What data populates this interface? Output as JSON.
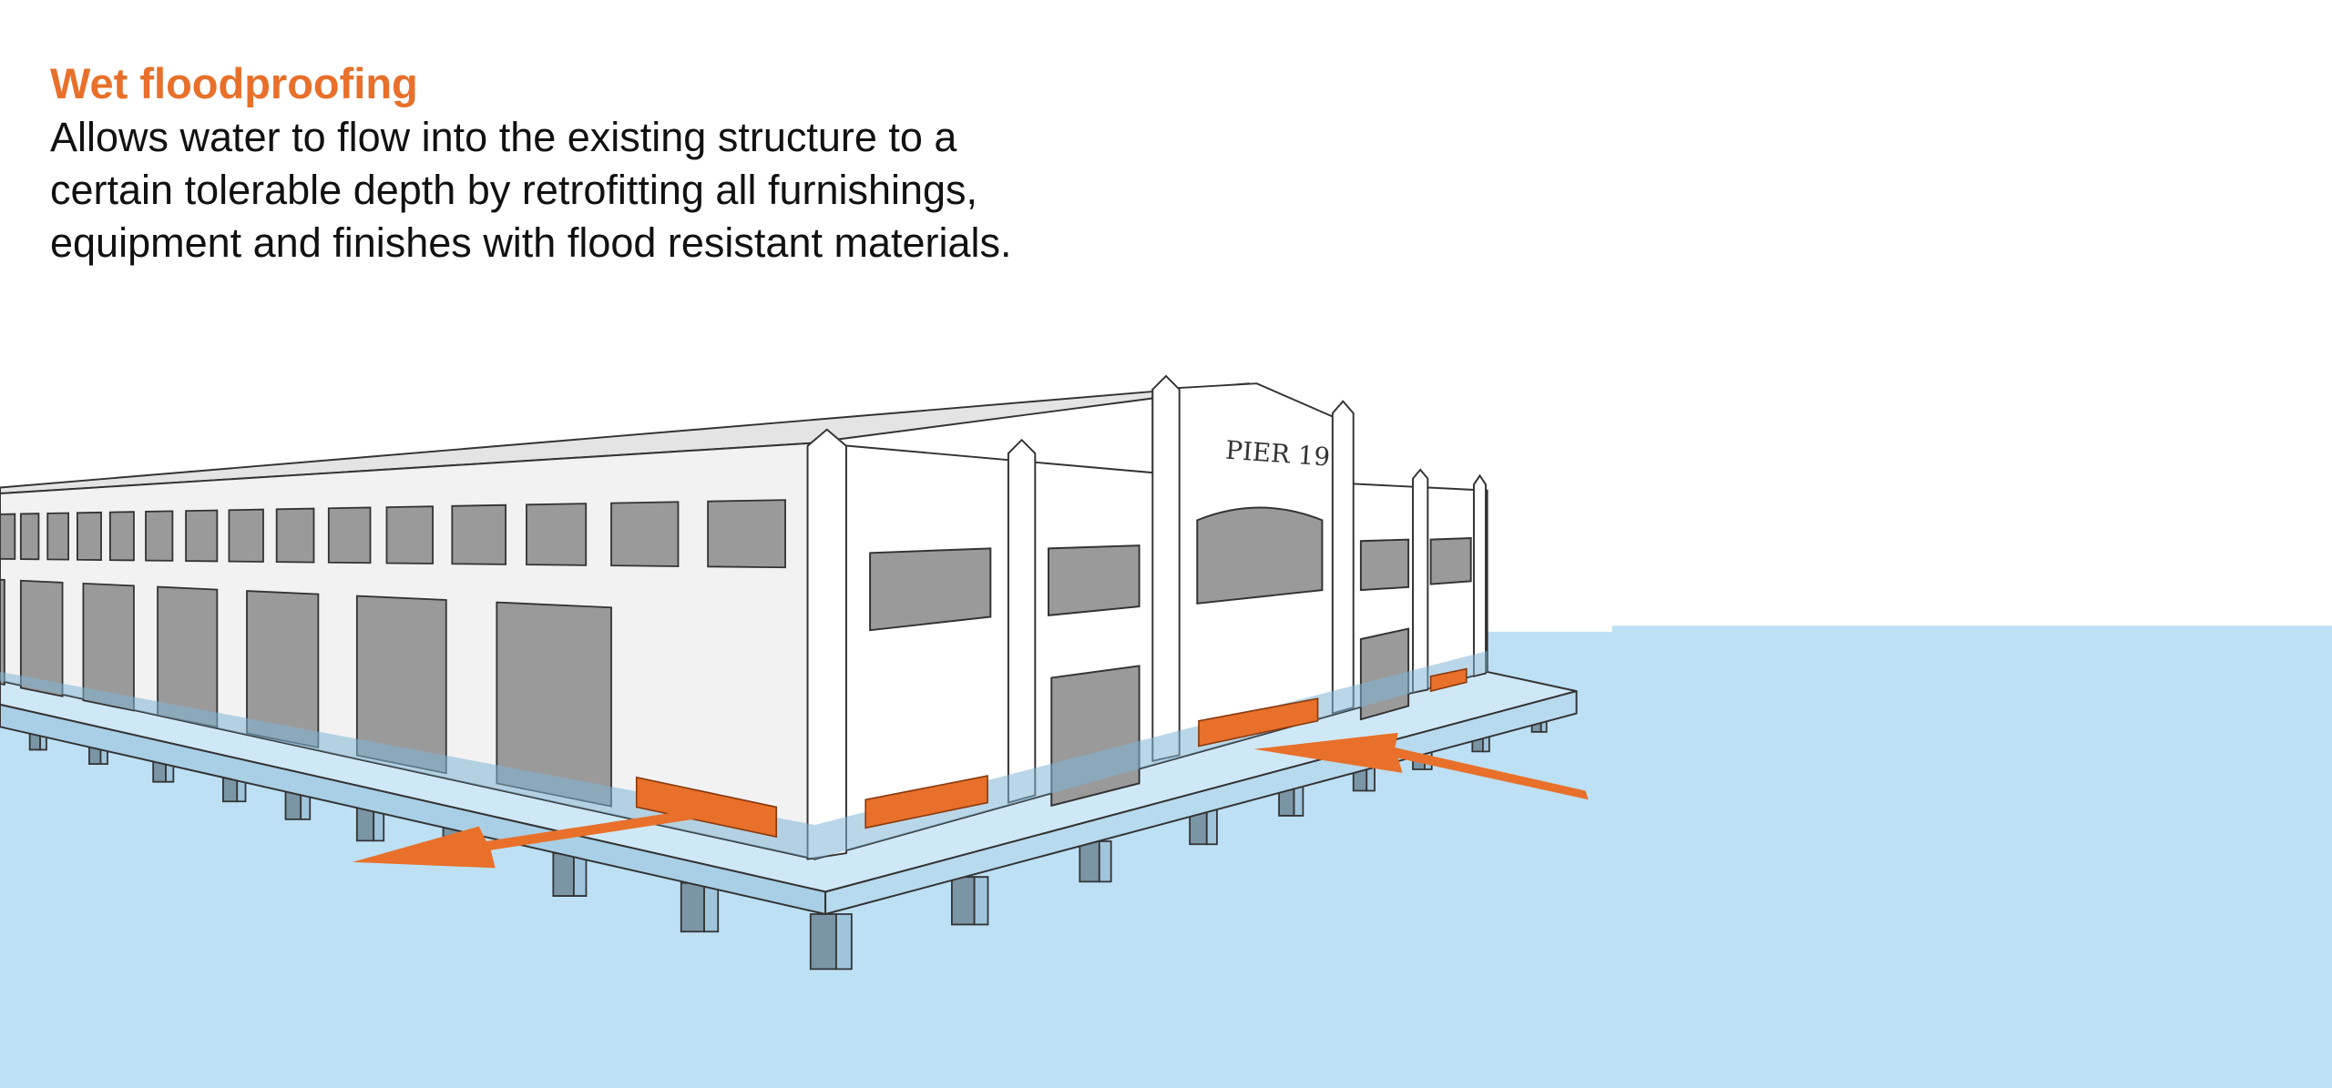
{
  "caption": {
    "title": "Wet floodproofing",
    "lines": [
      "Allows water to flow into the existing structure to a",
      "certain tolerable depth by retrofitting all furnishings,",
      "equipment and finishes with flood resistant materials."
    ]
  },
  "illustration": {
    "building_sign": "PIER 19",
    "colors": {
      "accent": "#e8702a",
      "water": "#bde0f5",
      "window": "#9a9a9a",
      "wall": "#f2f2f2",
      "roof": "#e4e4e4"
    },
    "icons": [
      "water-inflow-arrow-icon",
      "water-outflow-arrow-icon",
      "flood-vent-icon"
    ]
  }
}
